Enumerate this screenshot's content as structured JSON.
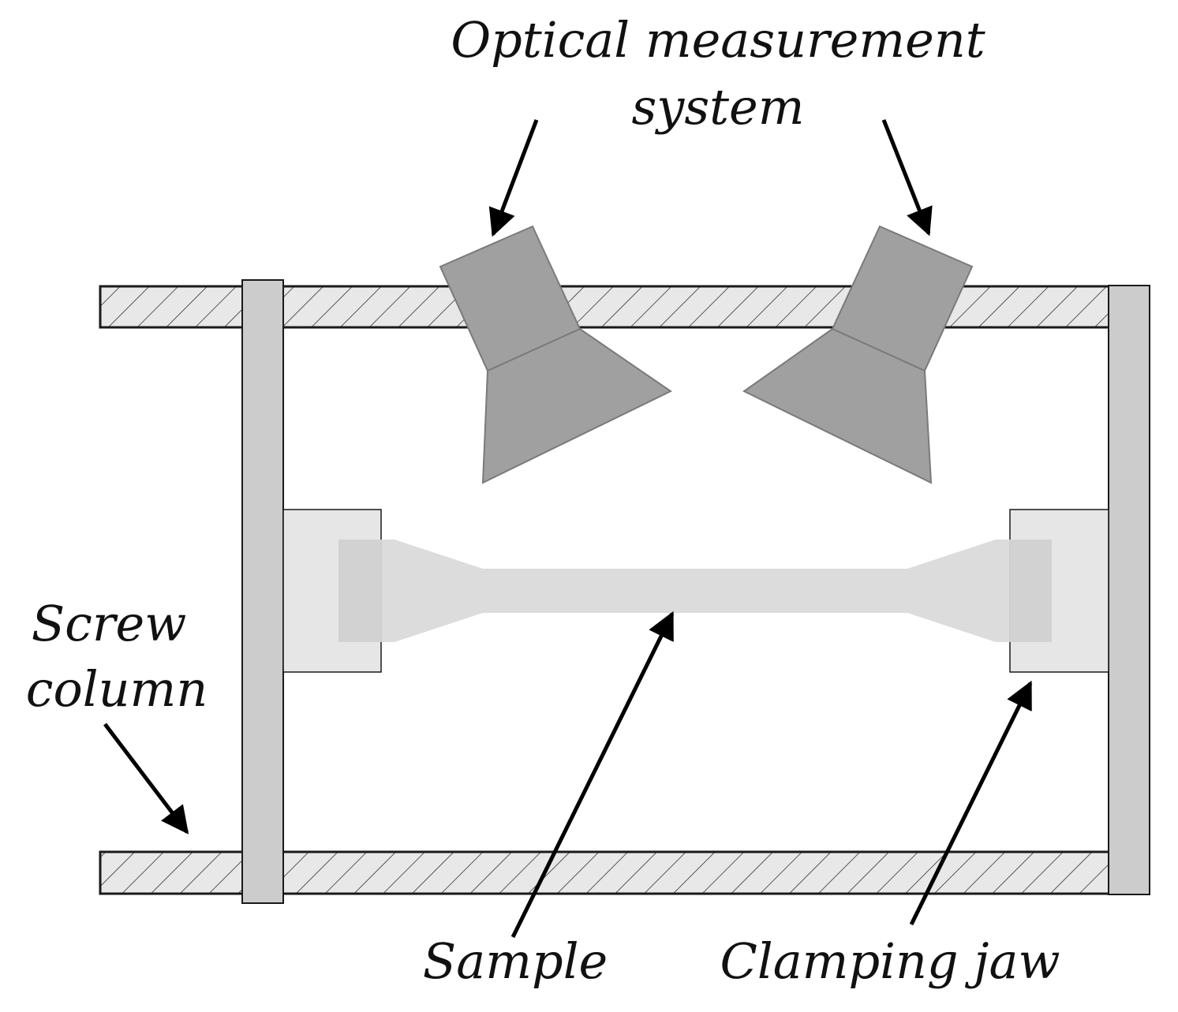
{
  "labels": {
    "optical_line1": "Optical measurement",
    "optical_line2": "system",
    "screw_line1": "Screw",
    "screw_line2": "column",
    "sample": "Sample",
    "clamping_jaw": "Clamping jaw"
  },
  "colors": {
    "outline": "#1a1a1a",
    "rail_fill": "#e8e8e8",
    "hatch": "#333333",
    "column_fill": "#cccccc",
    "camera_fill": "#a0a0a0",
    "camera_stroke": "#7a7a7a",
    "jaw_fill": "#e6e6e6",
    "sample_fill": "#d9d9d9",
    "sample_end_fill": "#cfcfcf",
    "arrow": "#000000"
  },
  "icons": {
    "camera": "optical-camera-icon",
    "arrow": "arrow-icon"
  }
}
